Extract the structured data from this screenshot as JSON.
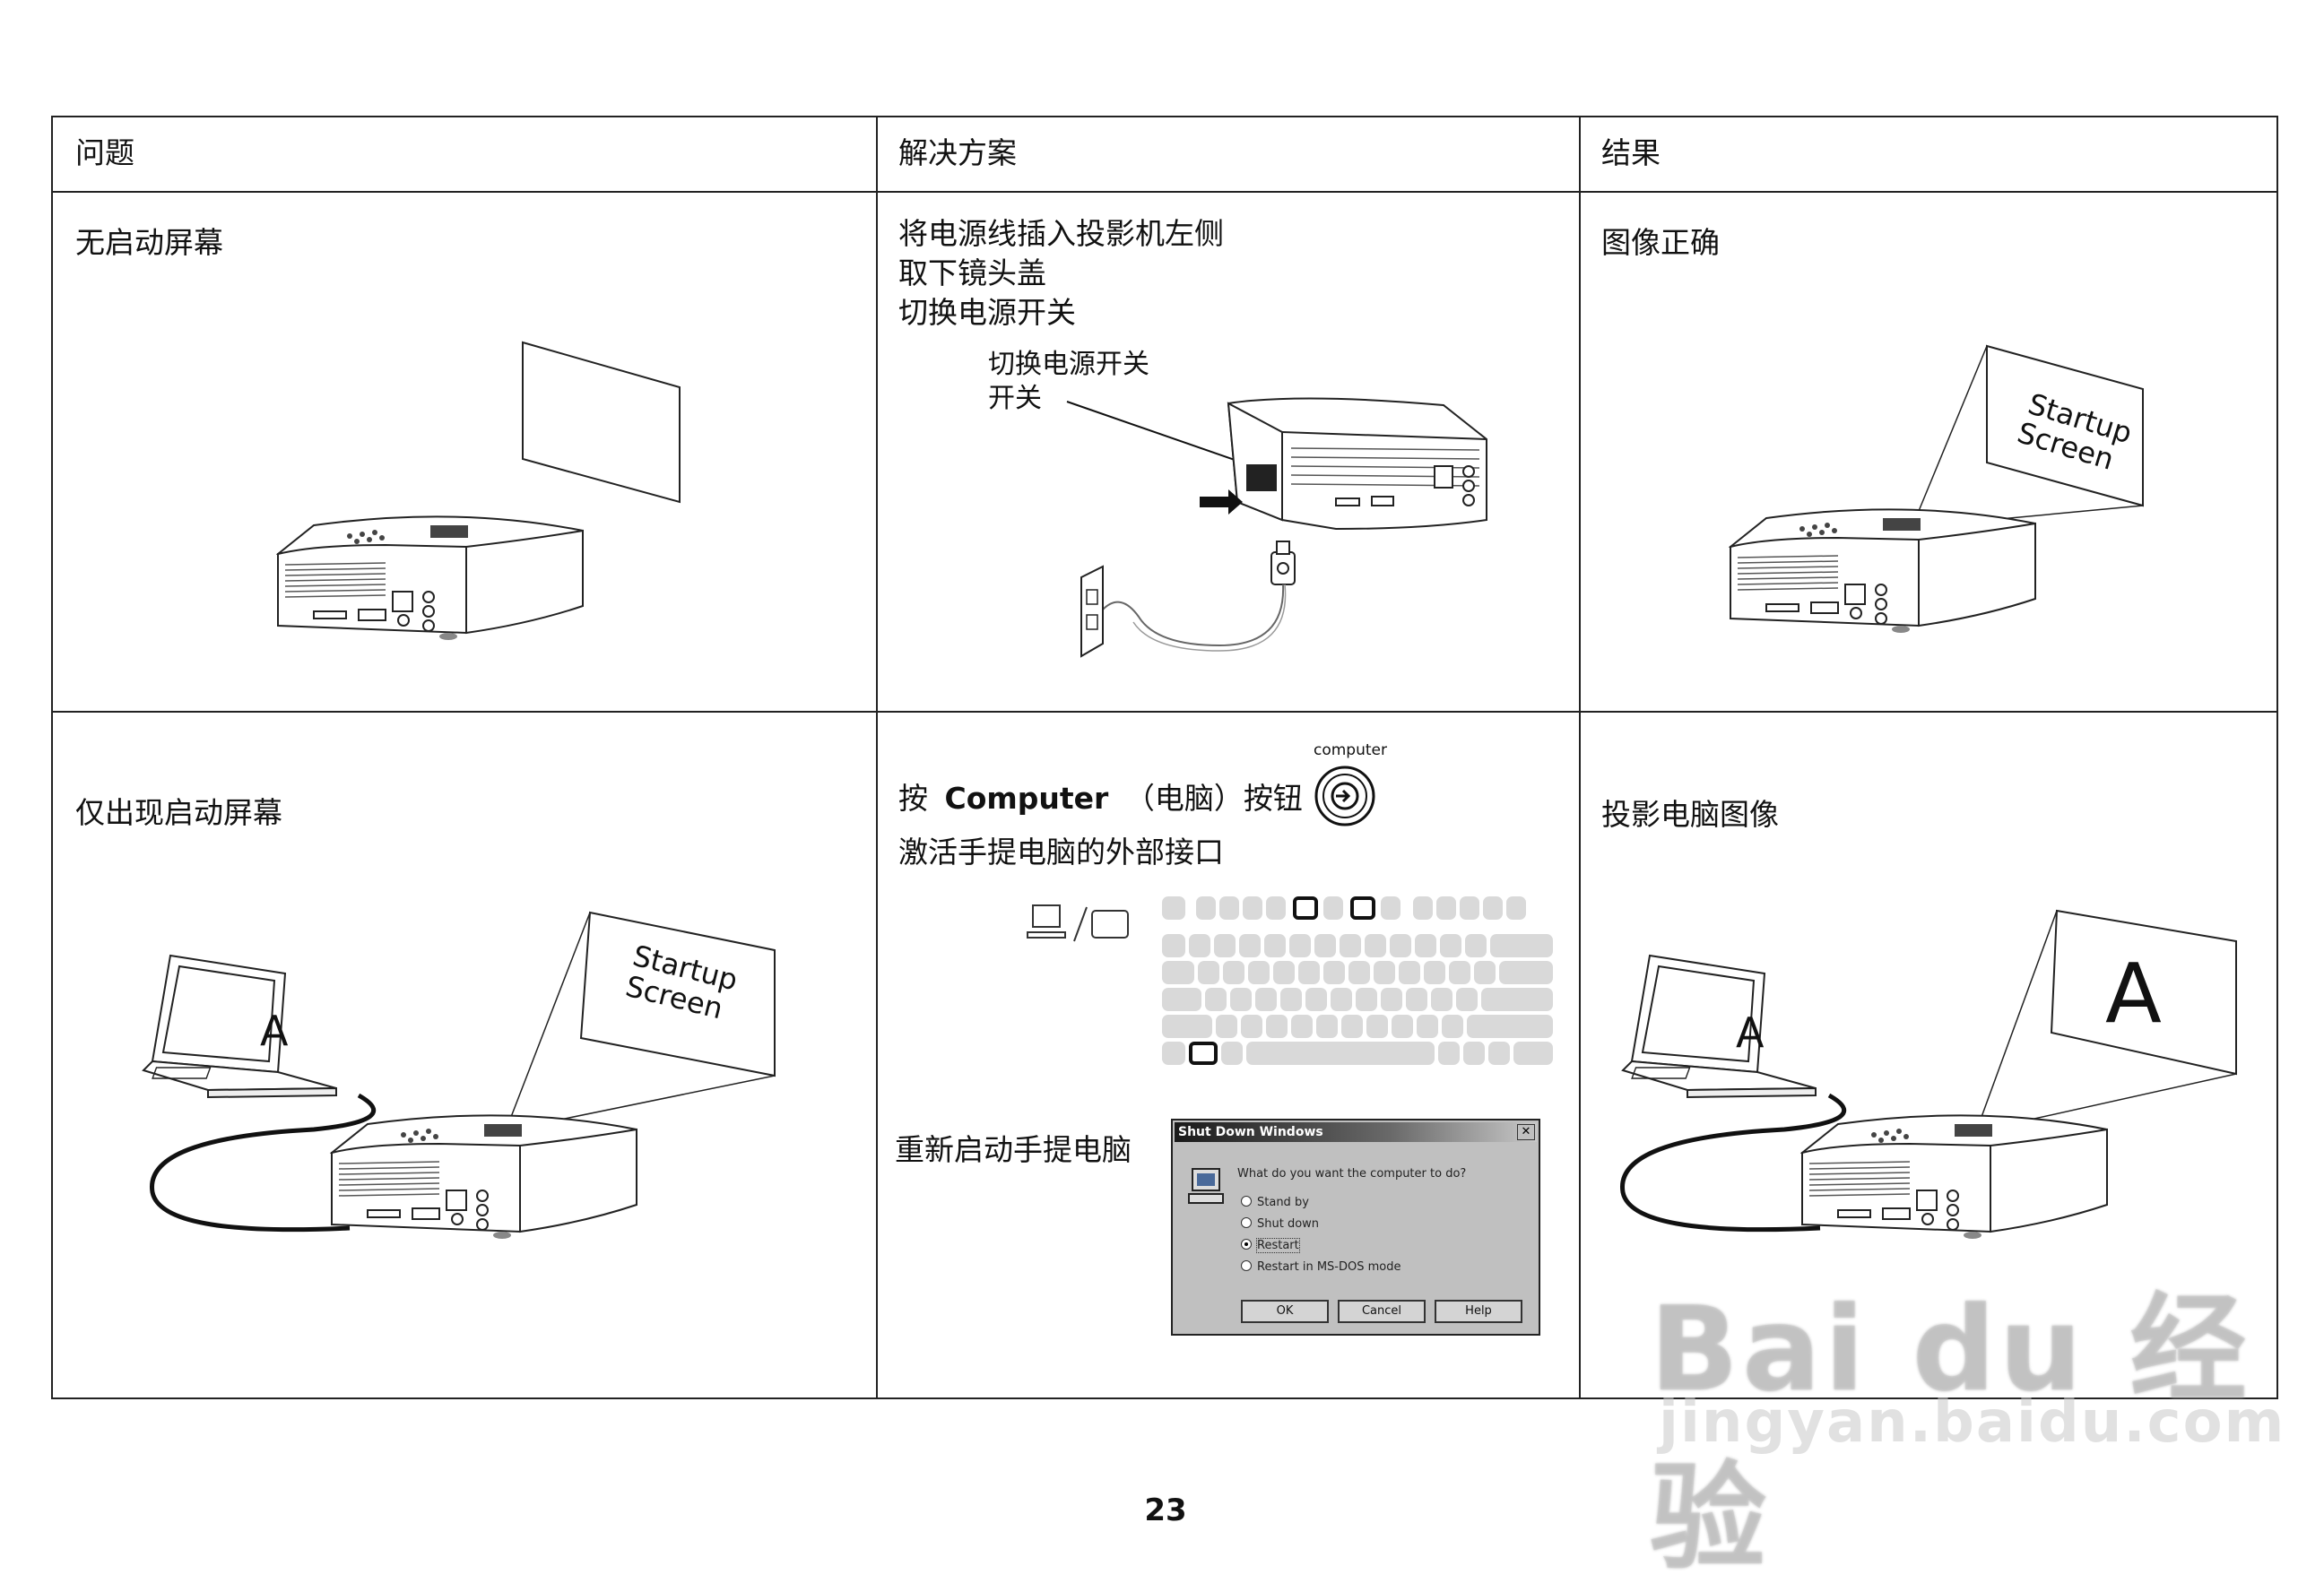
{
  "table": {
    "headers": [
      "问题",
      "解决方案",
      "结果"
    ],
    "rows": [
      {
        "problem": "无启动屏幕",
        "solution_lines": [
          "将电源线插入投影机左侧",
          "取下镜头盖",
          "切换电源开关"
        ],
        "solution_callout": [
          "切换电源开关",
          "开关"
        ],
        "result": "图像正确",
        "result_screen_text": [
          "Startup",
          "Screen"
        ]
      },
      {
        "problem": "仅出现启动屏幕",
        "problem_screen_text": [
          "Startup",
          "Screen"
        ],
        "problem_laptop_letter": "A",
        "solution_line1_prefix": "按",
        "solution_line1_bold": "Computer",
        "solution_line1_suffix": "（电脑）按钮",
        "solution_button_caption": "computer",
        "solution_line2": "激活手提电脑的外部接口",
        "solution_line3": "重新启动手提电脑",
        "result": "投影电脑图像",
        "result_letter": "A"
      }
    ]
  },
  "dialog": {
    "title": "Shut Down Windows",
    "close": "✕",
    "question": "What do you want the computer to do?",
    "options": [
      {
        "label": "Stand by",
        "selected": false
      },
      {
        "label": "Shut down",
        "selected": false
      },
      {
        "label": "Restart",
        "selected": true
      },
      {
        "label": "Restart in MS-DOS mode",
        "selected": false
      }
    ],
    "buttons": [
      "OK",
      "Cancel",
      "Help"
    ]
  },
  "page_number": "23",
  "watermark": {
    "main": "Bai du 经验",
    "sub": "jingyan.baidu.com"
  }
}
